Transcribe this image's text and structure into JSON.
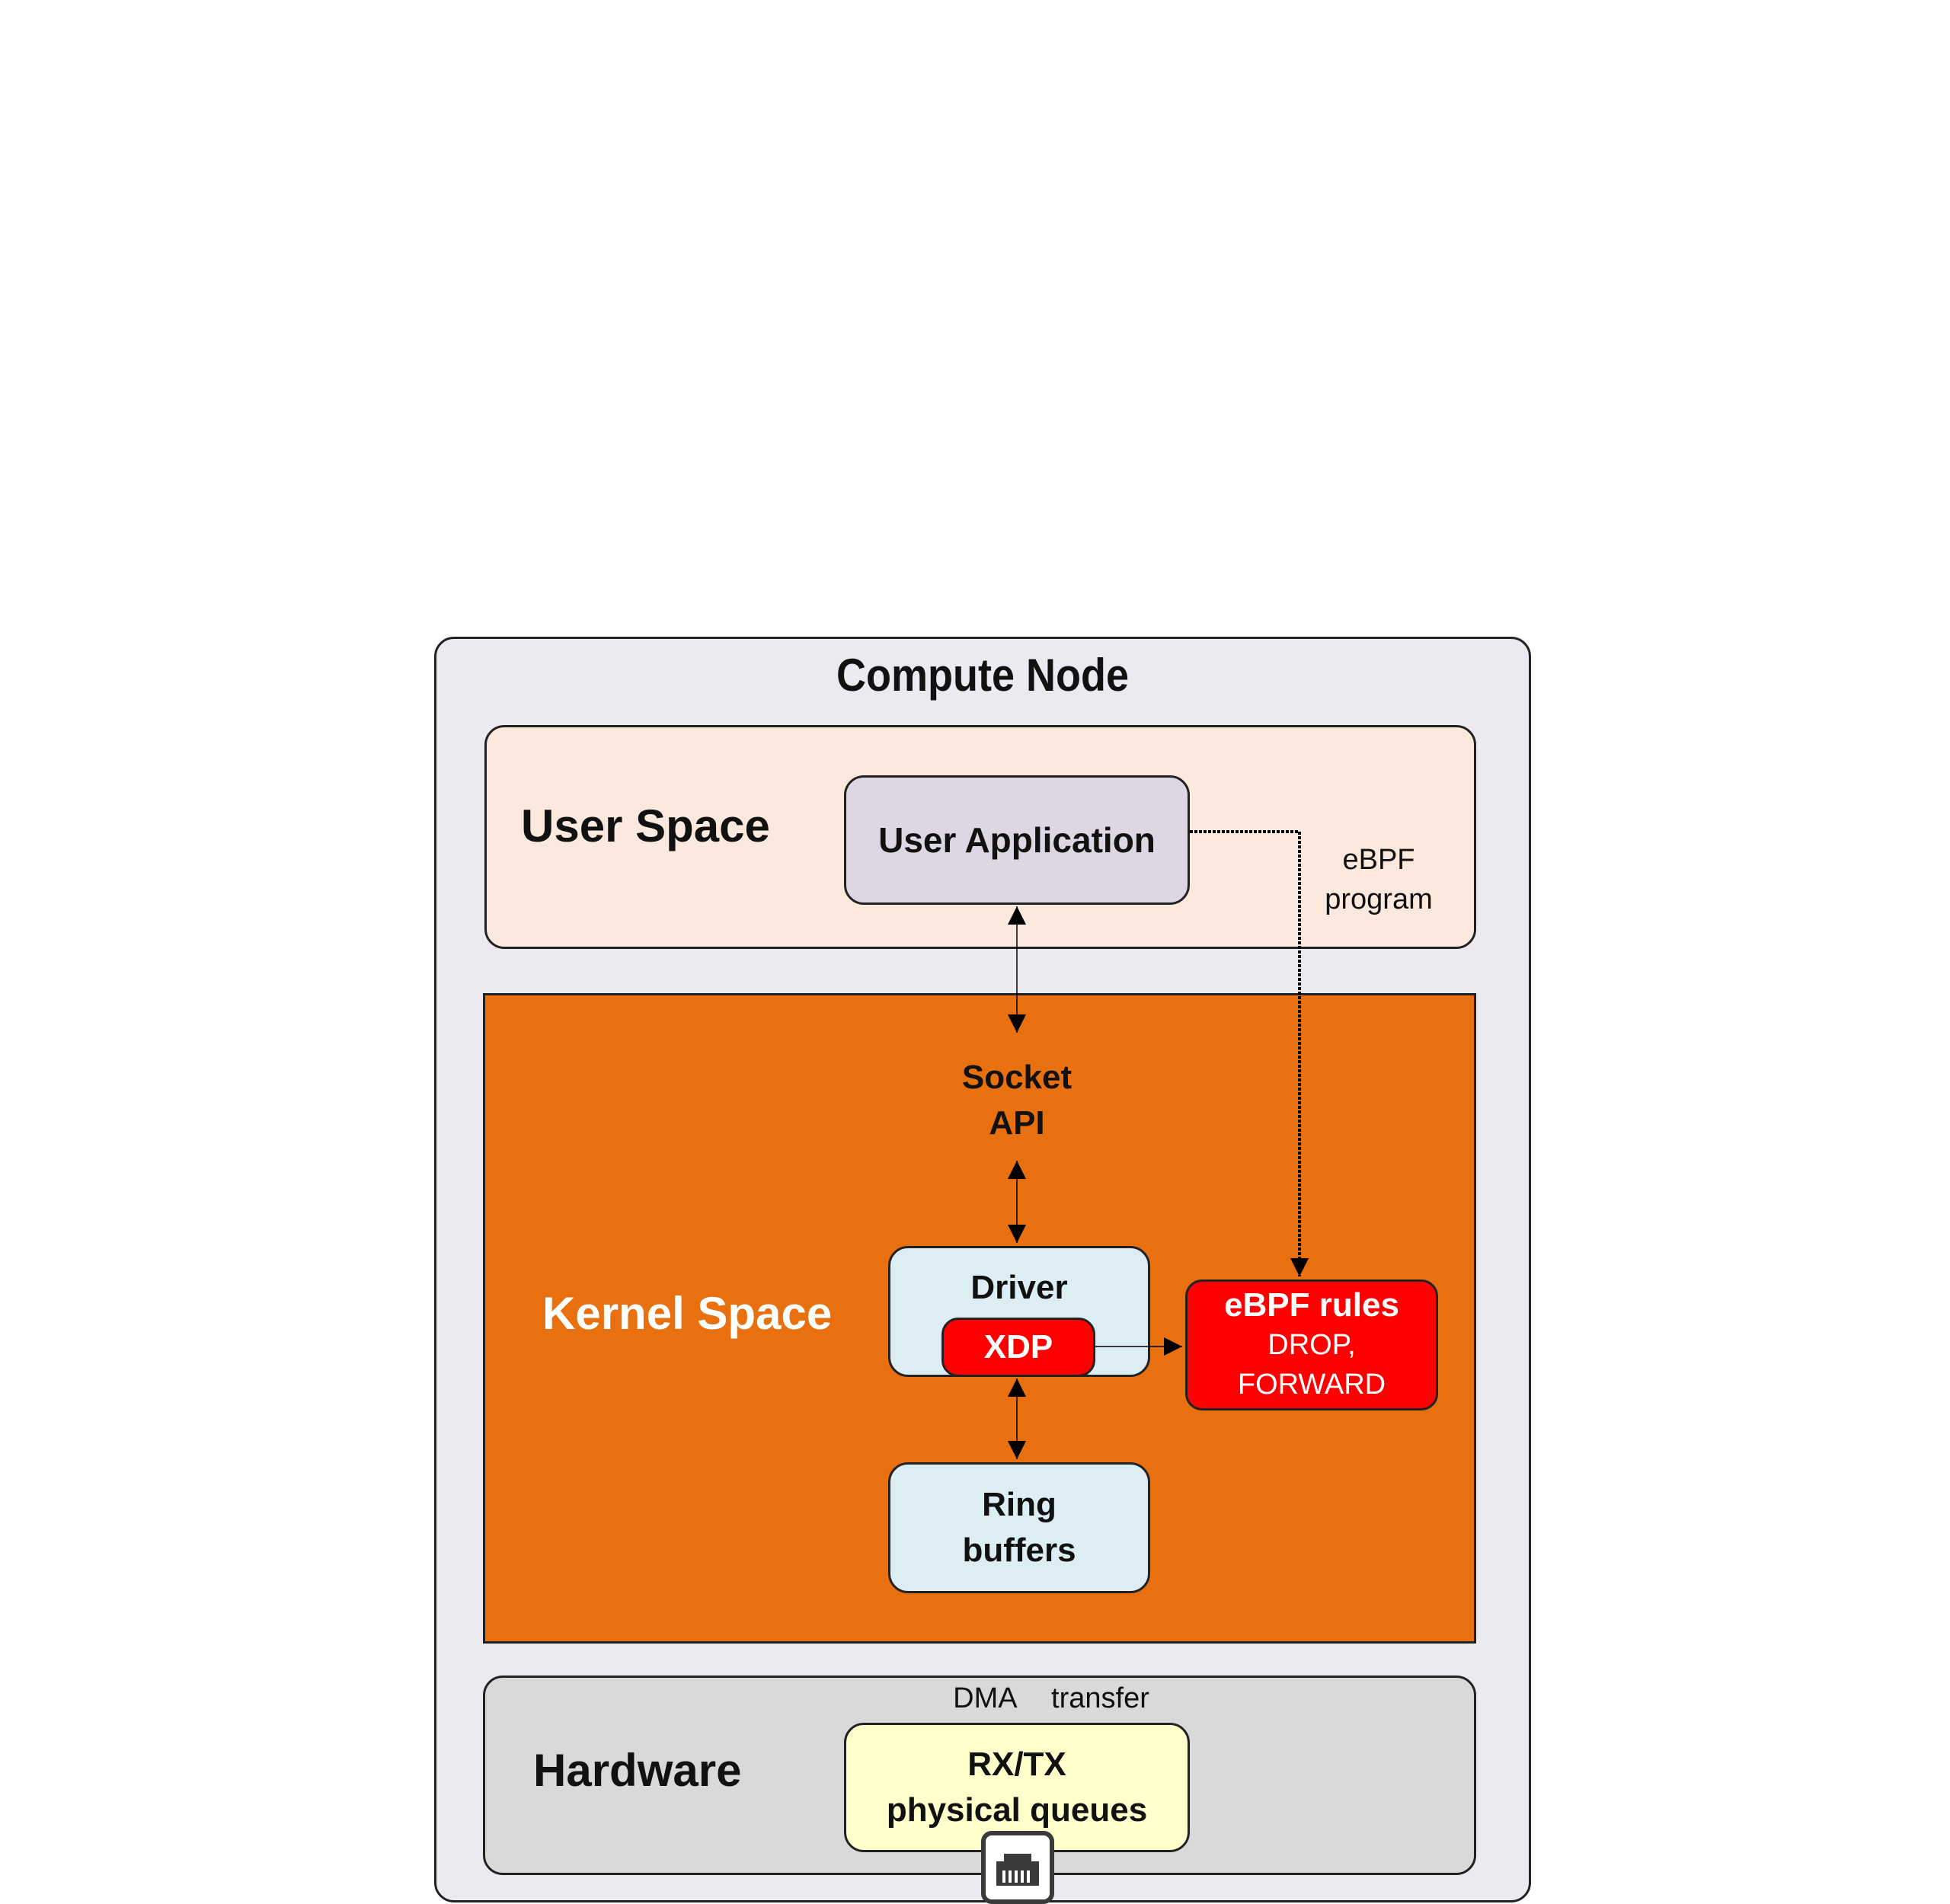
{
  "compute_node": {
    "title": "Compute Node"
  },
  "user_space": {
    "title": "User Space",
    "user_application": "User Application",
    "ebpf_program": [
      "eBPF",
      "program"
    ]
  },
  "kernel_space": {
    "title": "Kernel Space",
    "socket_api": [
      "Socket",
      "API"
    ],
    "driver": "Driver",
    "xdp": "XDP",
    "ebpf_rules": {
      "title": "eBPF rules",
      "actions": [
        "DROP,",
        "FORWARD"
      ]
    },
    "ring_buffers": [
      "Ring",
      "buffers"
    ]
  },
  "hardware": {
    "title": "Hardware",
    "dma_transfer": "DMA transfer",
    "rxtx_queues": [
      "RX/TX",
      "physical queues"
    ],
    "port_icon": "ethernet-port-icon"
  },
  "colors": {
    "compute_node_bg": "#ece9f0",
    "user_space_bg": "#fbe9dd",
    "user_app_bg": "#ddd7e4",
    "kernel_space_bg": "#e8700f",
    "driver_bg": "#dcedf3",
    "xdp_bg": "#ff0000",
    "ebpf_rules_bg": "#ff0000",
    "hardware_bg": "#d9d9d9",
    "rxtx_bg": "#ffffcc"
  }
}
